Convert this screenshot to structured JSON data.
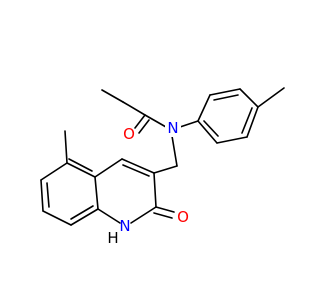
{
  "colors": {
    "background": "#ffffff",
    "bond": "#000000",
    "carbon": "#000000",
    "oxygen": "#ff0000",
    "nitrogen": "#0000ff"
  },
  "atom_labels": {
    "amide_oxygen": "O",
    "amide_nitrogen": "N",
    "quinolinone_oxygen": "O",
    "ring_nitrogen": "N",
    "ring_nitrogen_hydrogen": "H"
  }
}
